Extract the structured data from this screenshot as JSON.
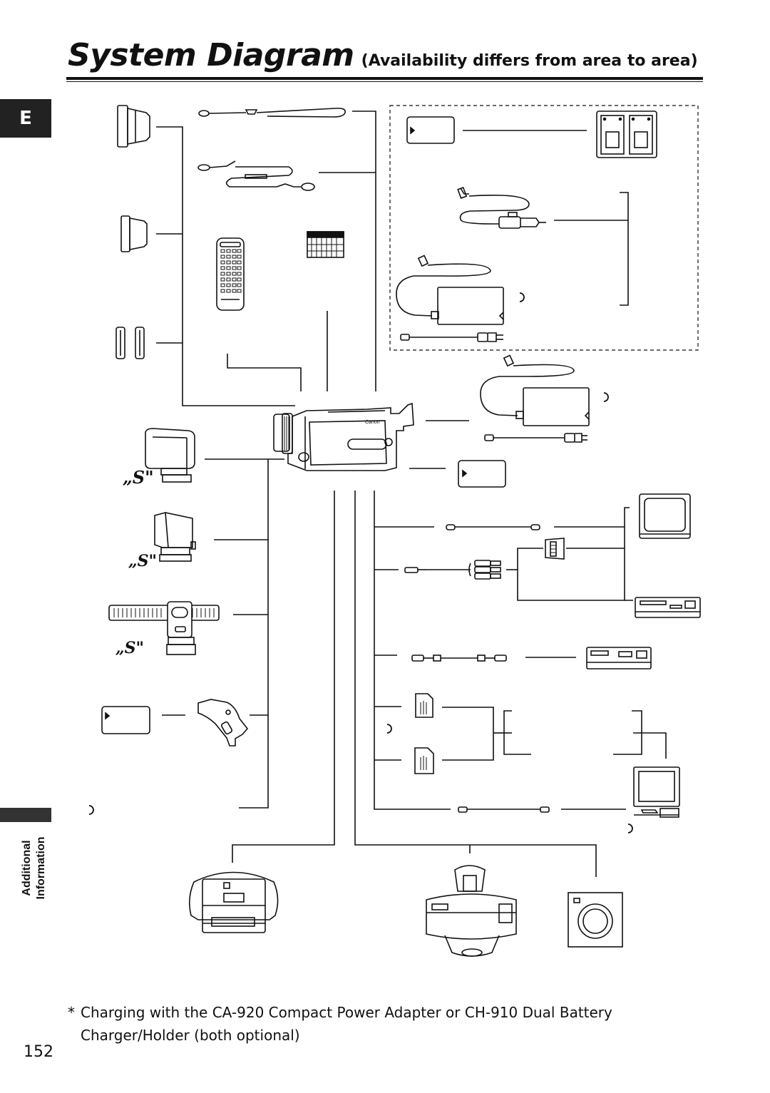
{
  "header": {
    "title": "System Diagram",
    "subtitle": "(Availability differs from area to area)"
  },
  "language_tab": "E",
  "side_section": {
    "line1": "Additional",
    "line2": "Information"
  },
  "footnote": {
    "mark": "*",
    "line1": "Charging with the CA-920 Compact Power Adapter or CH-910 Dual Battery",
    "line2": "Charger/Holder (both optional)"
  },
  "page_number": "152",
  "icons": [
    "tele-converter-icon",
    "wide-converter-icon",
    "filter-icon",
    "wrist-strap-icon",
    "shoulder-strap-icon",
    "remote-control-icon",
    "battery-pack-icon",
    "dual-charger-icon",
    "car-adapter-icon",
    "power-adapter-icon",
    "camcorder-icon",
    "video-light-icon",
    "microphone-icon",
    "grip-icon",
    "tv-icon",
    "scart-adapter-icon",
    "vcr-icon",
    "memory-card-icon",
    "computer-icon",
    "bag-icon",
    "printer-icon",
    "disc-icon"
  ],
  "colors": {
    "ink": "#111111",
    "tab": "#222222"
  }
}
